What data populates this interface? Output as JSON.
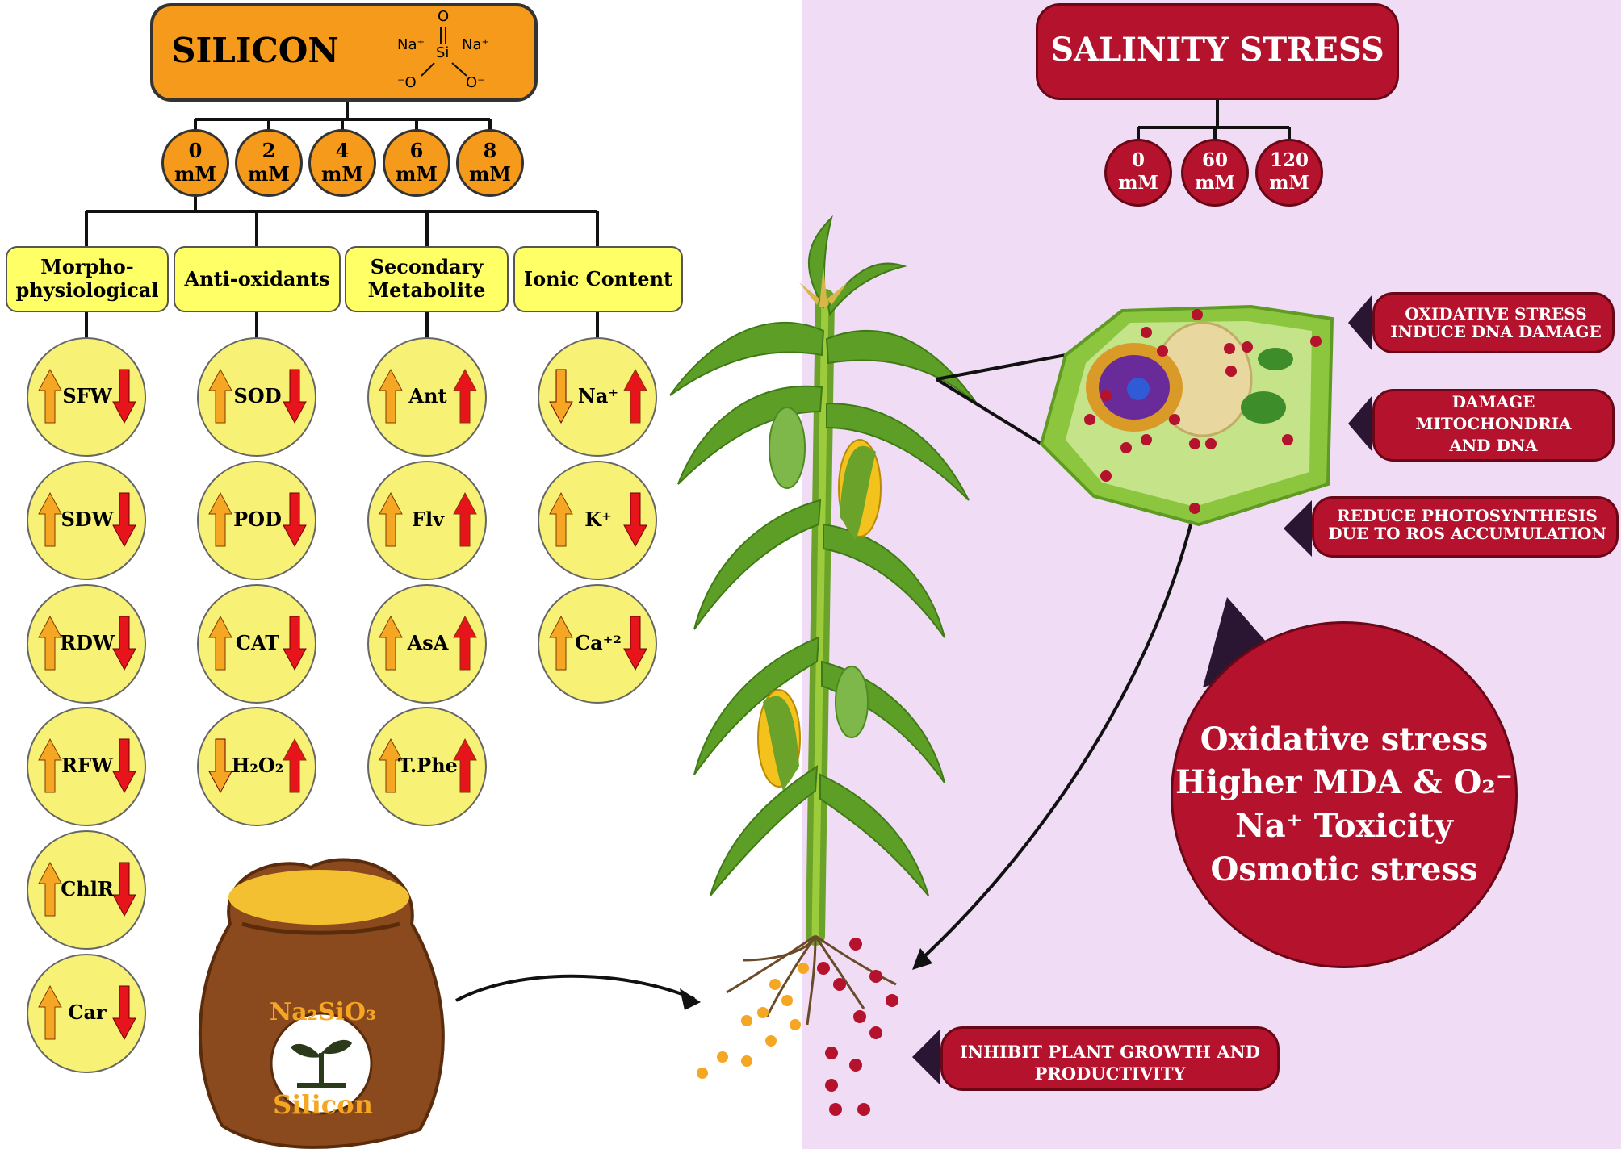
{
  "silicon": {
    "title": "SILICON",
    "molecule": {
      "na_left": "Na⁺",
      "na_right": "Na⁺",
      "o_top": "O",
      "si": "Si",
      "o_left": "⁻O",
      "o_right": "O⁻"
    },
    "doses": [
      "0 mM",
      "2 mM",
      "4 mM",
      "6 mM",
      "8 mM"
    ],
    "categories": [
      "Morpho-physiological",
      "Anti-oxidants",
      "Secondary Metabolite",
      "Ionic Content"
    ],
    "morpho": [
      "SFW",
      "SDW",
      "RDW",
      "RFW",
      "ChlR",
      "Car"
    ],
    "antioxidants": [
      "SOD",
      "POD",
      "CAT",
      "H₂O₂"
    ],
    "secondary": [
      "Ant",
      "Flv",
      "AsA",
      "T.Phe"
    ],
    "ionic": [
      "Na⁺",
      "K⁺",
      "Ca⁺²"
    ]
  },
  "bag": {
    "formula": "Na₂SiO₃",
    "label": "Silicon"
  },
  "salinity": {
    "title": "SALINITY STRESS",
    "doses": [
      "0 mM",
      "60 mM",
      "120 mM"
    ],
    "effects": [
      "OXIDATIVE STRESS INDUCE DNA DAMAGE",
      "DAMAGE MITOCHONDRIA AND DNA",
      "REDUCE PHOTOSYNTHESIS DUE TO ROS ACCUMULATION"
    ],
    "summary": [
      "Oxidative stress",
      "Higher MDA & O₂⁻",
      "Na⁺ Toxicity",
      "Osmotic stress"
    ],
    "inhibit": "INHIBIT PLANT GROWTH AND PRODUCTIVITY"
  },
  "colors": {
    "orange": "#f59a1a",
    "yellow": "#ffff66",
    "circle_yellow": "#f7f176",
    "arrow_orange": "#f5a623",
    "arrow_red": "#e8141c",
    "crimson": "#b5122d",
    "lavender": "#f0dcf5"
  }
}
